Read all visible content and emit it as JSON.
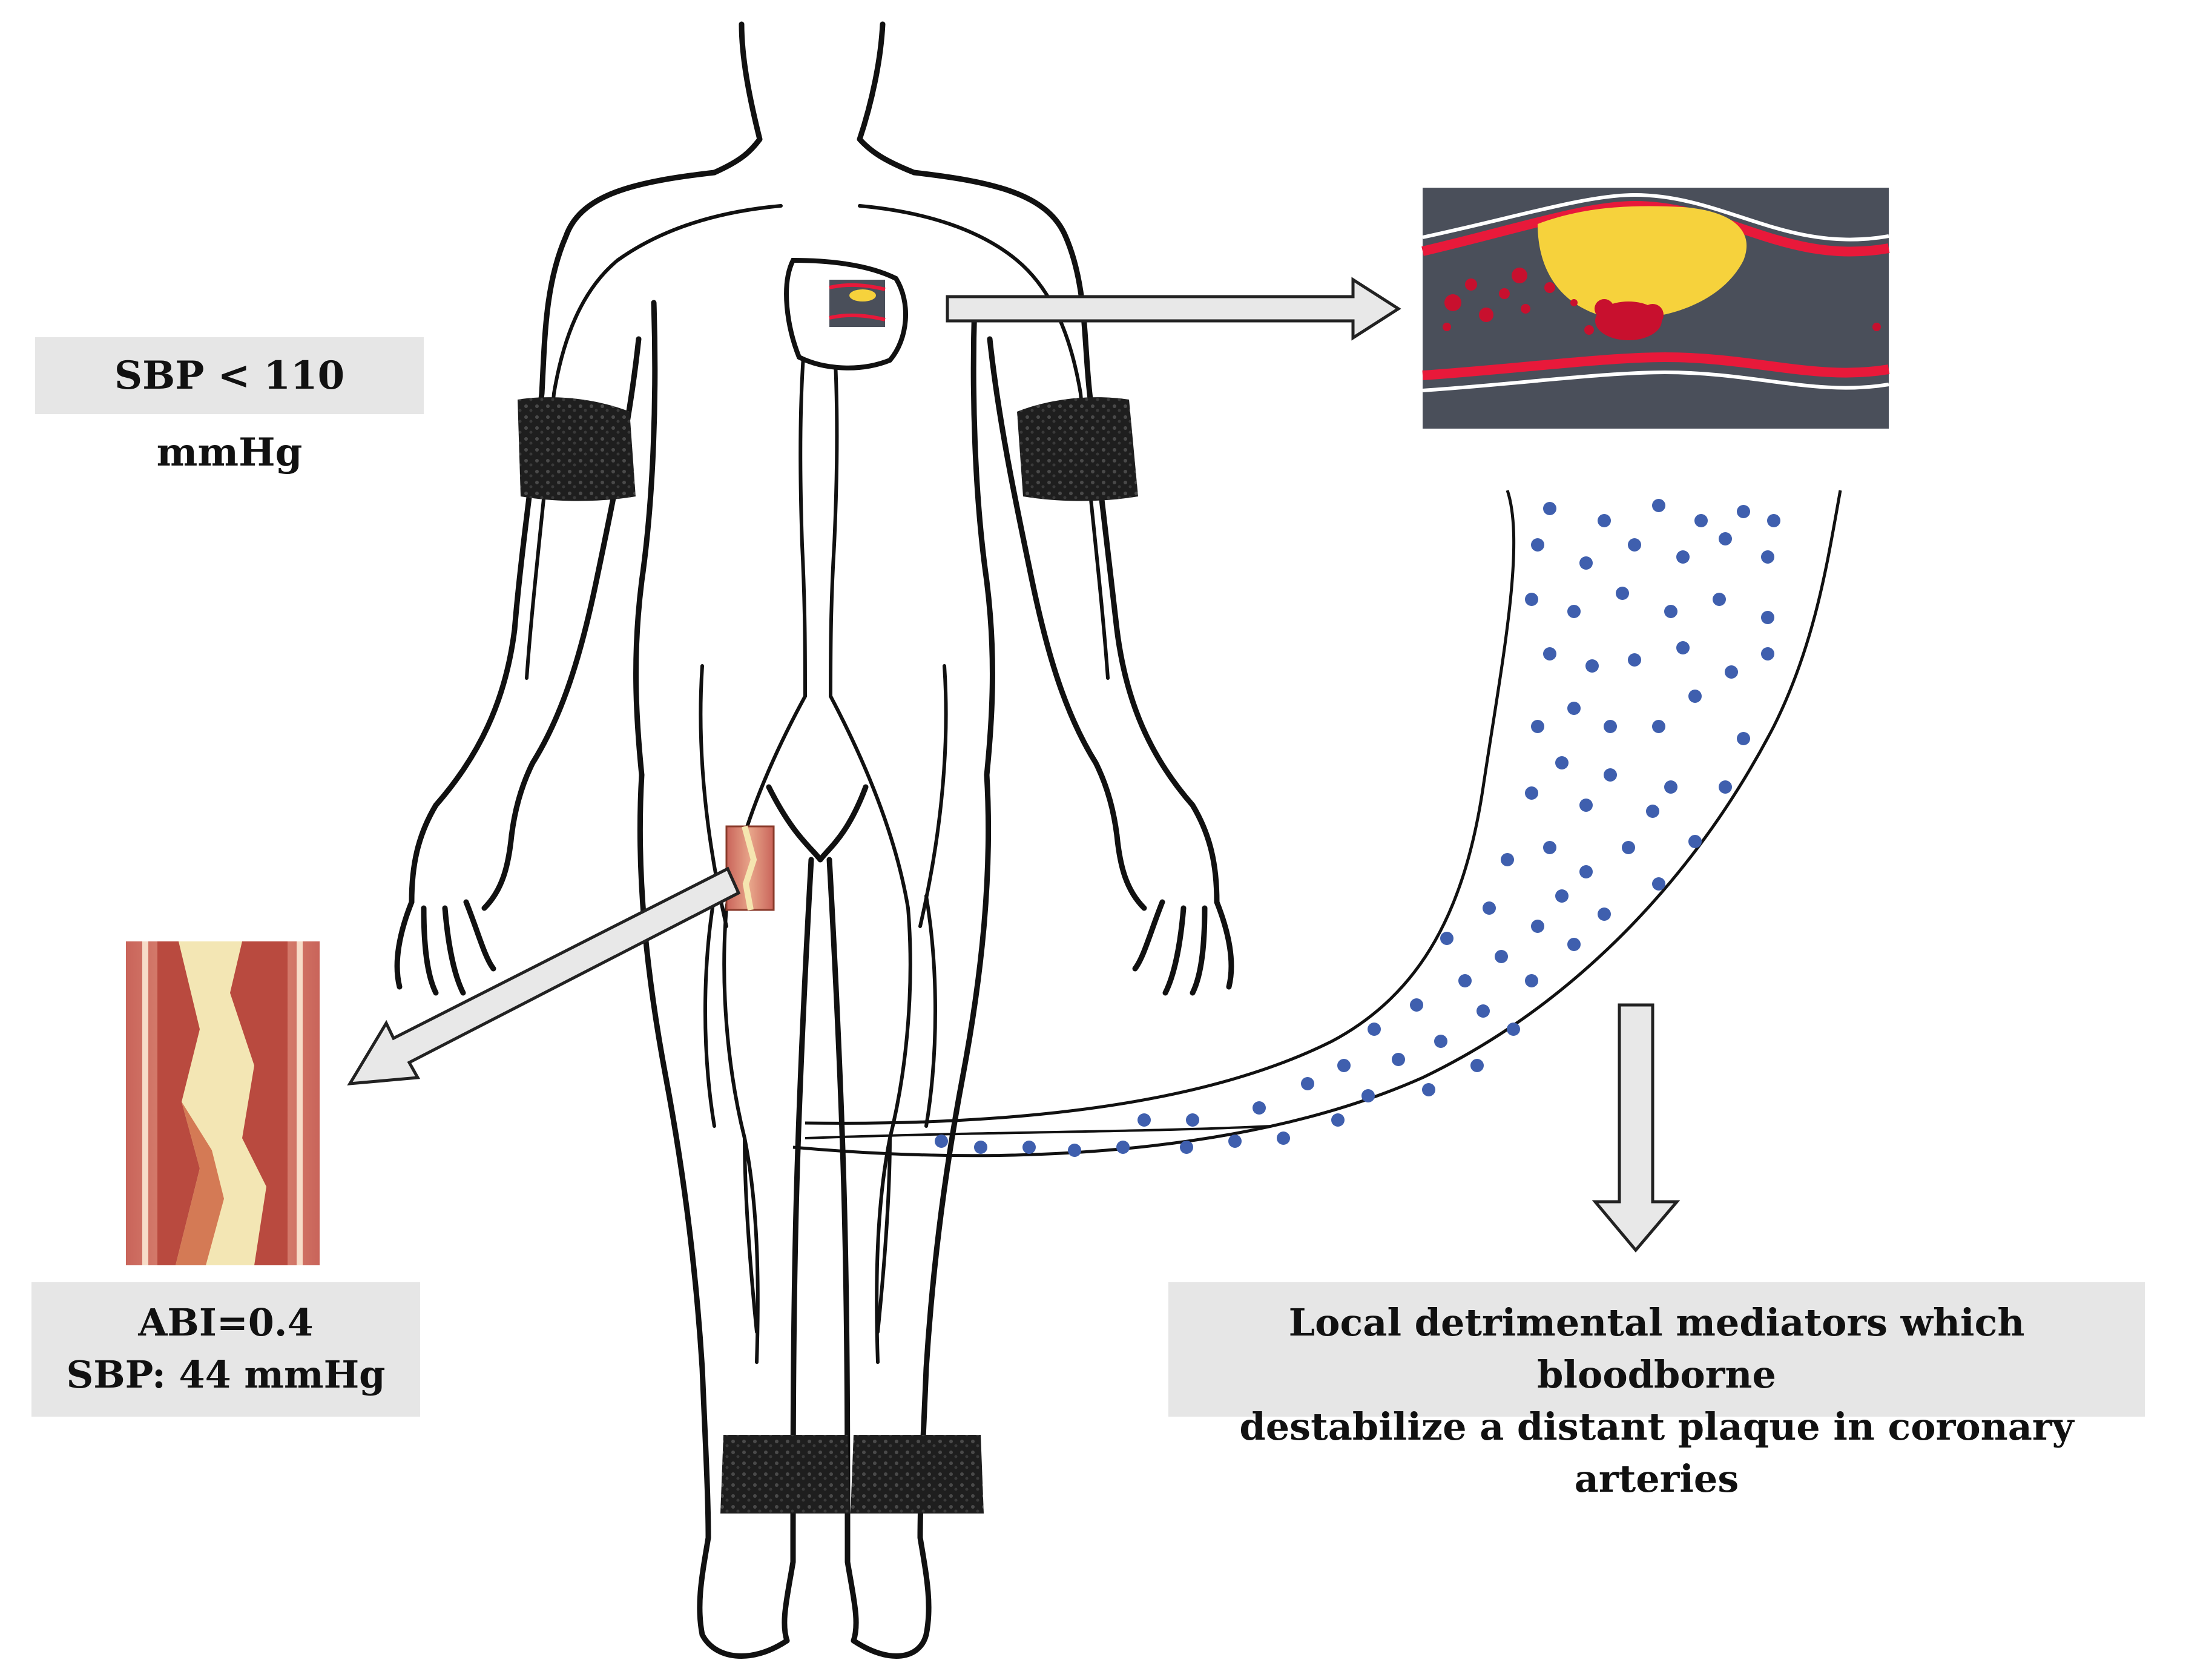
{
  "labels": {
    "arm_pressure": "SBP < 110 mmHg",
    "leg_abi": "ABI=0.4",
    "leg_pressure": "SBP: 44 mmHg",
    "mediators_line1": "Local detrimental mediators which bloodborne",
    "mediators_line2": "destabilize a distant plaque in coronary arteries"
  },
  "colors": {
    "cuff": "#2a2a2a",
    "vessel_background": "#4a4f5a",
    "vessel_wall_red": "#e8193a",
    "plaque_yellow": "#f6d23c",
    "thrombus_red": "#c8102e",
    "mediator_dots": "#3f5fae",
    "arrow_fill": "#e8e8e8",
    "label_background": "#e6e6e6"
  },
  "icons": [
    "human-body-outline",
    "coronary-plaque-inset",
    "femoral-stenosis-inset",
    "mediator-stream"
  ]
}
